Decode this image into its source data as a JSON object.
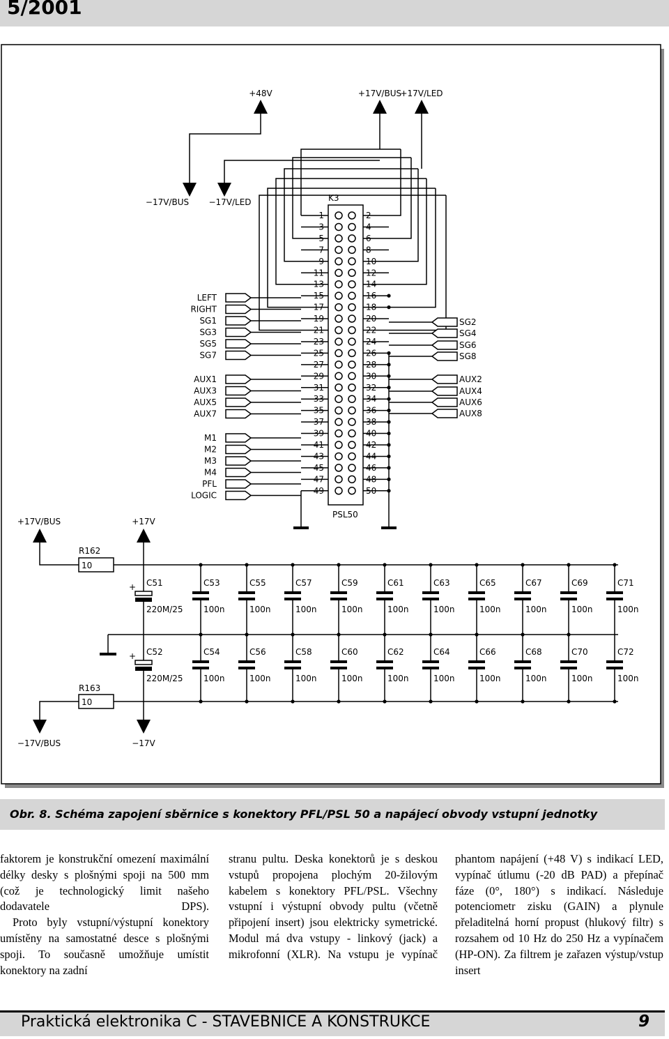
{
  "header": {
    "issue": "5/2001"
  },
  "schematic": {
    "rails_top": [
      "+48V",
      "+17V/BUS",
      "+17V/LED"
    ],
    "rails_neg": [
      "−17V/BUS",
      "−17V/LED"
    ],
    "connector_name": "K3",
    "connector_part": "PSL50",
    "left_labels": [
      "LEFT",
      "RIGHT",
      "SG1",
      "SG3",
      "SG5",
      "SG7",
      "AUX1",
      "AUX3",
      "AUX5",
      "AUX7",
      "M1",
      "M2",
      "M3",
      "M4",
      "PFL",
      "LOGIC"
    ],
    "right_labels": [
      "SG2",
      "SG4",
      "SG6",
      "SG8",
      "AUX2",
      "AUX4",
      "AUX6",
      "AUX8"
    ],
    "odd_pins": [
      "1",
      "3",
      "5",
      "7",
      "9",
      "11",
      "13",
      "15",
      "17",
      "19",
      "21",
      "23",
      "25",
      "27",
      "29",
      "31",
      "33",
      "35",
      "37",
      "39",
      "41",
      "43",
      "45",
      "47",
      "49"
    ],
    "even_pins": [
      "2",
      "4",
      "6",
      "8",
      "10",
      "12",
      "14",
      "16",
      "18",
      "20",
      "22",
      "24",
      "26",
      "28",
      "30",
      "32",
      "34",
      "36",
      "38",
      "40",
      "42",
      "44",
      "46",
      "48",
      "50"
    ],
    "power_plus_labels": [
      "+17V/BUS",
      "+17V"
    ],
    "power_minus_labels": [
      "−17V/BUS",
      "−17V"
    ],
    "r162": {
      "name": "R162",
      "value": "10"
    },
    "r163": {
      "name": "R163",
      "value": "10"
    },
    "caps_top": [
      {
        "name": "C51",
        "value": "220M/25"
      },
      {
        "name": "C53",
        "value": "100n"
      },
      {
        "name": "C55",
        "value": "100n"
      },
      {
        "name": "C57",
        "value": "100n"
      },
      {
        "name": "C59",
        "value": "100n"
      },
      {
        "name": "C61",
        "value": "100n"
      },
      {
        "name": "C63",
        "value": "100n"
      },
      {
        "name": "C65",
        "value": "100n"
      },
      {
        "name": "C67",
        "value": "100n"
      },
      {
        "name": "C69",
        "value": "100n"
      },
      {
        "name": "C71",
        "value": "100n"
      }
    ],
    "caps_bottom": [
      {
        "name": "C52",
        "value": "220M/25"
      },
      {
        "name": "C54",
        "value": "100n"
      },
      {
        "name": "C56",
        "value": "100n"
      },
      {
        "name": "C58",
        "value": "100n"
      },
      {
        "name": "C60",
        "value": "100n"
      },
      {
        "name": "C62",
        "value": "100n"
      },
      {
        "name": "C64",
        "value": "100n"
      },
      {
        "name": "C66",
        "value": "100n"
      },
      {
        "name": "C68",
        "value": "100n"
      },
      {
        "name": "C70",
        "value": "100n"
      },
      {
        "name": "C72",
        "value": "100n"
      }
    ],
    "plus_sign": "+"
  },
  "caption": "Obr. 8. Schéma zapojení sběrnice s konektory PFL/PSL 50 a napájecí obvody vstupní jednotky",
  "body": {
    "col1_p1": "faktorem je konstrukční omezení maximální délky desky s plošnými spoji na 500 mm (což je technologický limit našeho dodavatele DPS).",
    "col1_p2": "Proto byly vstupní/výstupní konektory umístěny na samostatné desce s plošnými spoji. To současně umožňuje umístit konektory na zadní",
    "col2": "stranu pultu. Deska konektorů je s deskou vstupů propojena plochým 20-žilovým kabelem s konektory PFL/PSL. Všechny vstupní i výstupní obvody pultu (včetně připojení insert) jsou elektricky symetrické. Modul má dva vstupy - linkový (jack) a mikrofonní (XLR). Na vstupu je vypínač",
    "col3": "phantom napájení (+48 V) s indikací LED, vypínač útlumu (-20 dB PAD) a přepínač fáze (0°, 180°) s indikací. Následuje potenciometr zisku (GAIN) a plynule přeladitelná horní propust (hlukový filtr) s rozsahem od 10 Hz do 250 Hz a vypínačem (HP-ON). Za filtrem je zařazen výstup/vstup insert"
  },
  "footer": {
    "title": "Praktická elektronika C - STAVEBNICE A KONSTRUKCE",
    "page": "9"
  }
}
